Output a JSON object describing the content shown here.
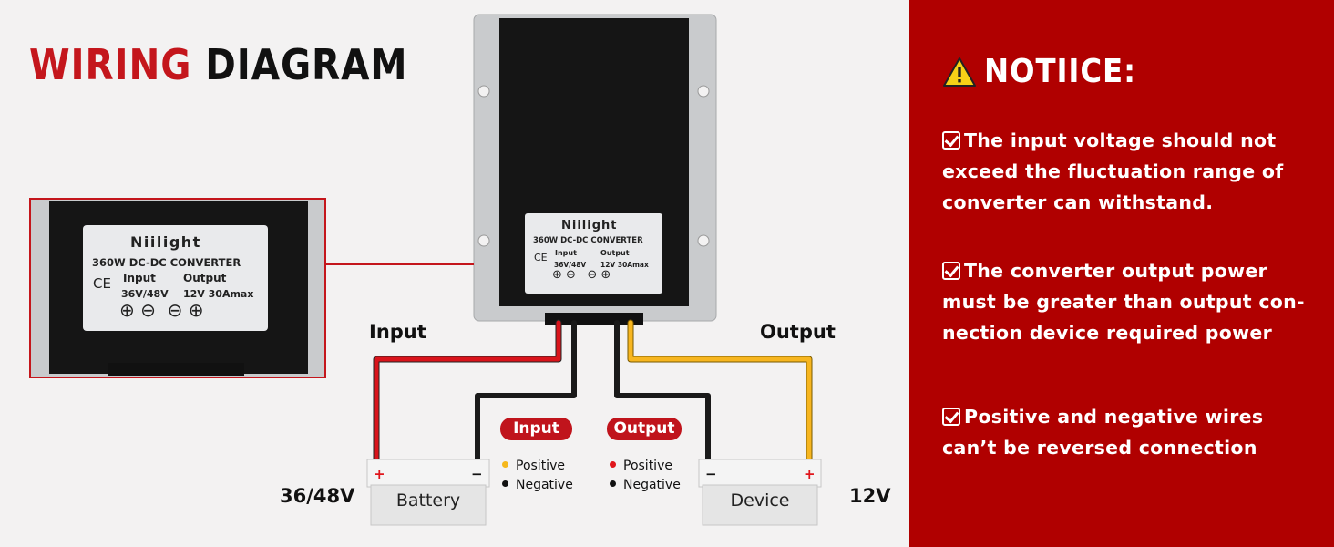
{
  "title": {
    "part1": "WIRING",
    "part2": "DIAGRAM"
  },
  "converter": {
    "brand": "Niilight",
    "model": "360W DC-DC CONVERTER",
    "input_label": "Input",
    "input_value": "36V/48V",
    "output_label": "Output",
    "output_value": "12V 30Amax",
    "ce": "CE"
  },
  "wires": {
    "input_label": "Input",
    "output_label": "Output"
  },
  "battery": {
    "label": "Battery",
    "voltage": "36/48V",
    "plus": "+",
    "minus": "−"
  },
  "device": {
    "label": "Device",
    "voltage": "12V",
    "plus": "+",
    "minus": "−"
  },
  "legend": {
    "input": {
      "title": "Input",
      "positive": "Positive",
      "negative": "Negative",
      "positive_color": "#f5b81c",
      "negative_color": "#111111"
    },
    "output": {
      "title": "Output",
      "positive": "Positive",
      "negative": "Negative",
      "positive_color": "#e0161c",
      "negative_color": "#111111"
    }
  },
  "notice": {
    "title": "NOTIICE:",
    "items": [
      "The input voltage should not exceed the fluctuation range of converter can withstand.",
      "The converter output power must be greater than output con-nection device required power",
      "Positive and negative wires can’t be reversed connection"
    ]
  },
  "colors": {
    "accent_red": "#b00000",
    "title_red": "#c4161c",
    "wire_red": "#d9141b",
    "wire_yellow": "#f7b620",
    "wire_black": "#1a1a1a"
  }
}
